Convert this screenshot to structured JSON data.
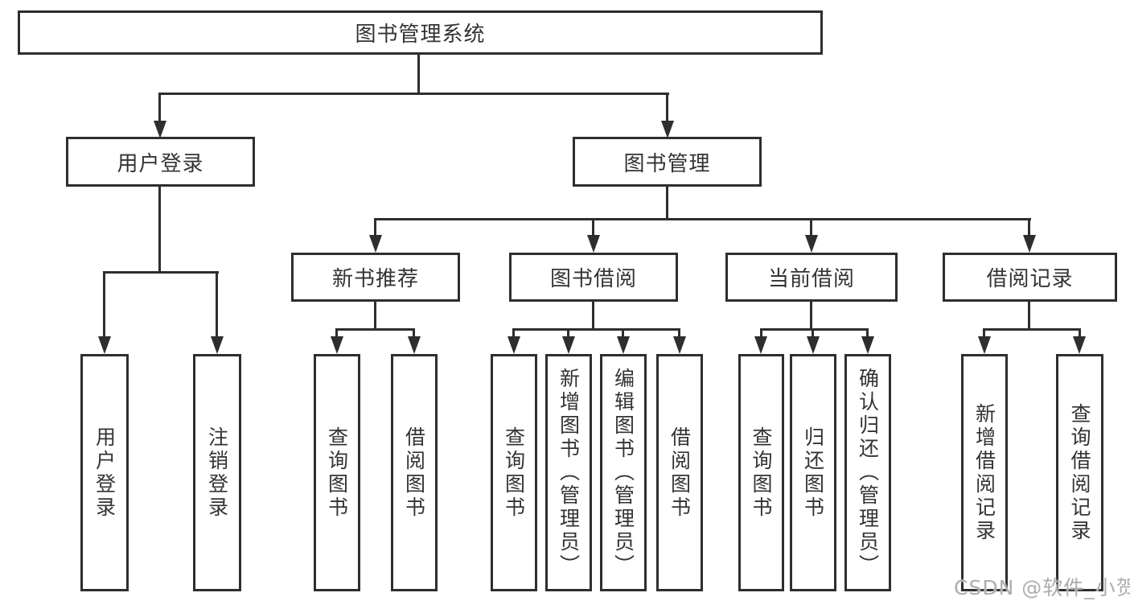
{
  "diagram_title": "图书管理系统",
  "watermark": "CSDN @软件_小贺同学",
  "colors": {
    "line": "#2e2e2e",
    "text": "#333333",
    "watermark": "#aeaeae",
    "background": "#ffffff"
  },
  "tree": {
    "label": "图书管理系统",
    "children": [
      {
        "label": "用户登录",
        "children": [
          {
            "label": "用户登录"
          },
          {
            "label": "注销登录"
          }
        ]
      },
      {
        "label": "图书管理",
        "children": [
          {
            "label": "新书推荐",
            "children": [
              {
                "label": "查询图书"
              },
              {
                "label": "借阅图书"
              }
            ]
          },
          {
            "label": "图书借阅",
            "children": [
              {
                "label": "查询图书"
              },
              {
                "label": "新增图书（管理员）"
              },
              {
                "label": "编辑图书（管理员）"
              },
              {
                "label": "借阅图书"
              }
            ]
          },
          {
            "label": "当前借阅",
            "children": [
              {
                "label": "查询图书"
              },
              {
                "label": "归还图书"
              },
              {
                "label": "确认归还（管理员）"
              }
            ]
          },
          {
            "label": "借阅记录",
            "children": [
              {
                "label": "新增借阅记录"
              },
              {
                "label": "查询借阅记录"
              }
            ]
          }
        ]
      }
    ]
  }
}
